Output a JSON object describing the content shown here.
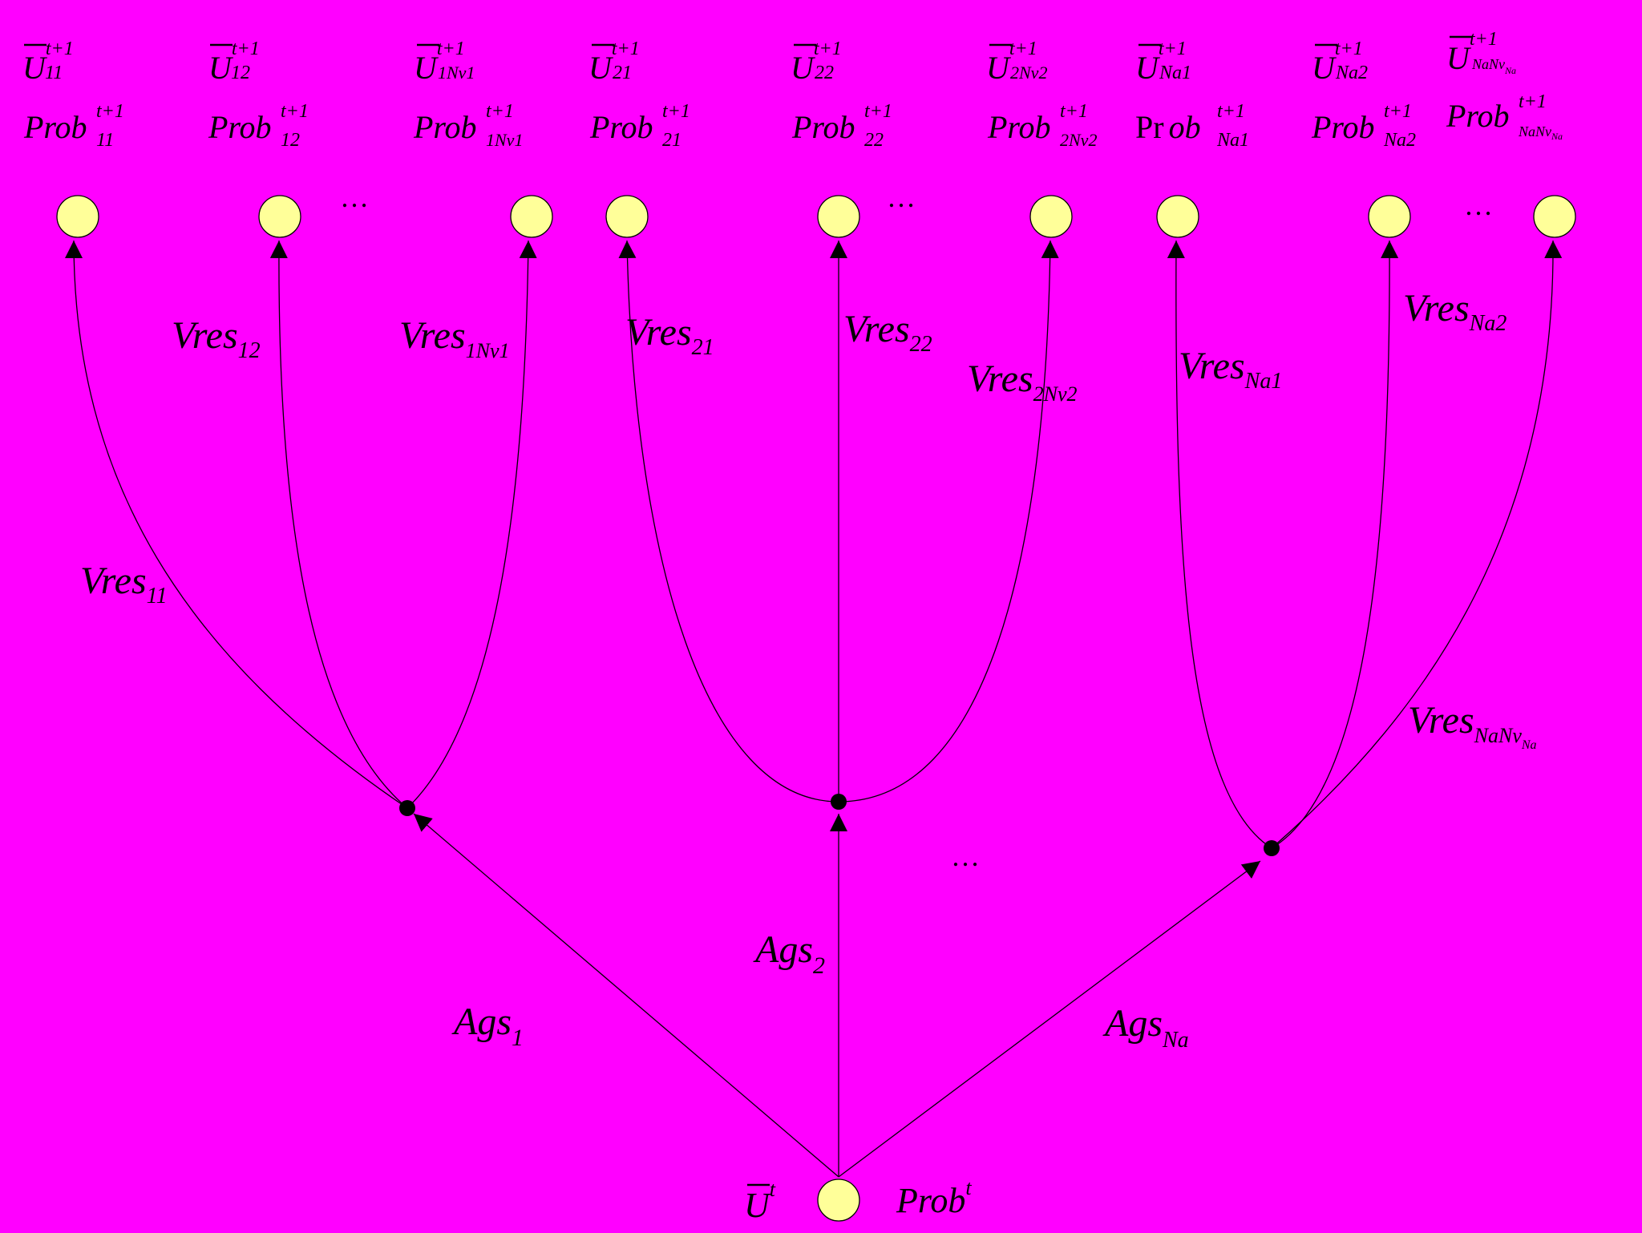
{
  "colors": {
    "background": "#FF00FF",
    "node_fill": "#FFFF99",
    "node_stroke": "#000000",
    "line": "#000000"
  },
  "root": {
    "u_label": "U",
    "u_sup": "t",
    "prob_label": "Prob",
    "prob_sup": "t"
  },
  "leaves": [
    {
      "u_sub": "11",
      "prob_base": "Prob",
      "prob_sub": "11",
      "sup": "t+1",
      "vres_sub": "11"
    },
    {
      "u_sub": "12",
      "prob_base": "Prob",
      "prob_sub": "12",
      "sup": "t+1",
      "vres_sub": "12"
    },
    {
      "u_sub": "1Nv1",
      "prob_base": "Prob",
      "prob_sub": "1Nv1",
      "sup": "t+1",
      "vres_sub": "1Nv1"
    },
    {
      "u_sub": "21",
      "prob_base": "Prob",
      "prob_sub": "21",
      "sup": "t+1",
      "vres_sub": "21"
    },
    {
      "u_sub": "22",
      "prob_base": "Prob",
      "prob_sub": "22",
      "sup": "t+1",
      "vres_sub": "22"
    },
    {
      "u_sub": "2Nv2",
      "prob_base": "Prob",
      "prob_sub": "2Nv2",
      "sup": "t+1",
      "vres_sub": "2Nv2"
    },
    {
      "u_sub": "Na1",
      "prob_pre": "Pr",
      "prob_base": "ob",
      "prob_sub": "Na1",
      "sup": "t+1",
      "vres_sub": "Na1"
    },
    {
      "u_sub": "Na2",
      "prob_base": "Prob",
      "prob_sub": "Na2",
      "sup": "t+1",
      "vres_sub": "Na2"
    },
    {
      "u_sub": "NaNv",
      "u_subsub": "Na",
      "prob_base": "Prob",
      "prob_sub": "NaNv",
      "prob_subsub": "Na",
      "sup": "t+1",
      "vres_sub": "NaNv",
      "vres_subsub": "Na"
    }
  ],
  "agents": [
    {
      "label": "Ags",
      "sub": "1"
    },
    {
      "label": "Ags",
      "sub": "2"
    },
    {
      "label": "Ags",
      "sub": "Na"
    }
  ],
  "vres_label": "Vres",
  "ellipsis": "…"
}
